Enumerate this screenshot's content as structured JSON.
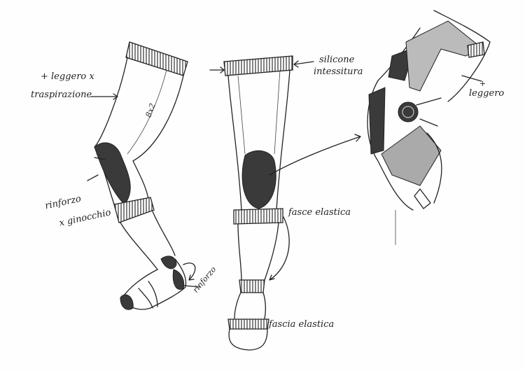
{
  "title": "Knee brace / leg sleeve concept sketch",
  "annotations": {
    "lighter_breathable_line1": "+ leggero x",
    "lighter_breathable_line2": "traspirazione",
    "size_mark": "8x2",
    "knee_reinforcement_line1": "rinforzo",
    "knee_reinforcement_line2": "x ginocchio",
    "ankle_reinforcement": "rinforzo",
    "silicone_line1": "silicone",
    "silicone_line2": "intessitura",
    "elastic_bands": "fasce elastica",
    "elastic_band_foot": "fascia elastica",
    "lighter_right_line1": "+",
    "lighter_right_line2": "leggero"
  },
  "colors": {
    "ink": "#222222",
    "shade": "#3a3a3a",
    "paper": "#fefefe"
  }
}
